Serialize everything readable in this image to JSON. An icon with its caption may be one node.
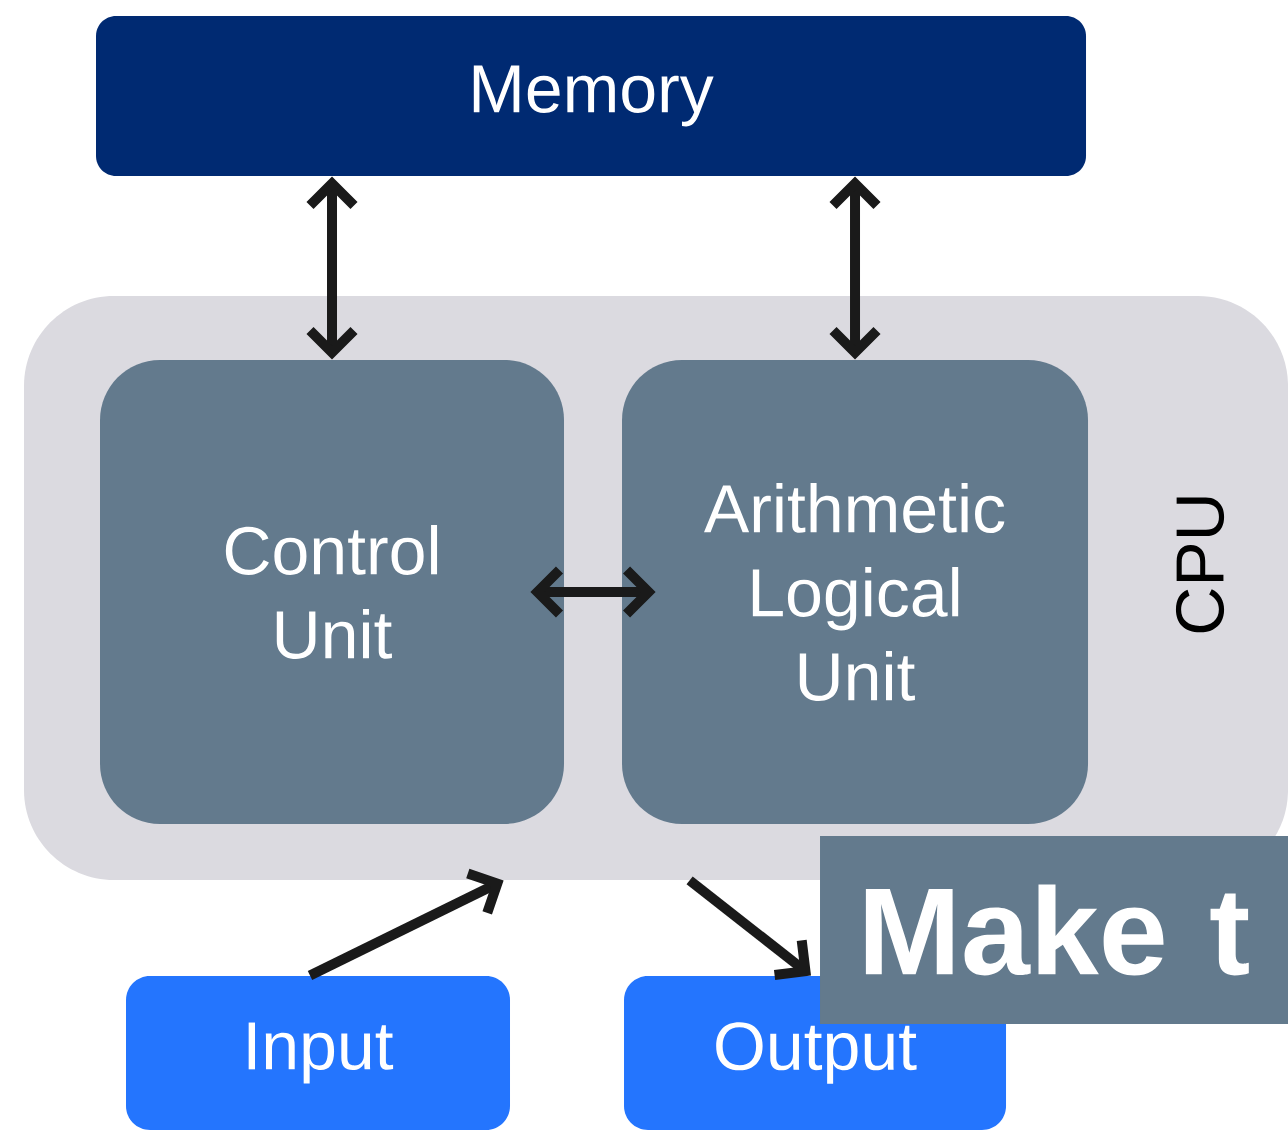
{
  "diagram": {
    "nodes": [
      {
        "text": [
          "Memory"
        ]
      },
      {
        "text": [
          "CPU"
        ]
      },
      {
        "text": [
          "Control Unit"
        ],
        "in": 1
      },
      {
        "text": [
          "Arithmetic Logical Unit"
        ],
        "in": 1
      },
      {
        "text": [
          "Input"
        ]
      },
      {
        "text": [
          "Output"
        ]
      },
      {
        "text": [
          "Make t"
        ]
      }
    ],
    "edges": [
      {
        "from": 0,
        "to": 2,
        "arrow": "both"
      },
      {
        "from": 0,
        "to": 3,
        "arrow": "both"
      },
      {
        "from": 2,
        "to": 3,
        "arrow": "both"
      },
      {
        "from": 4,
        "to": 1,
        "arrow": "to"
      },
      {
        "from": 1,
        "to": 5,
        "arrow": "to"
      }
    ]
  }
}
